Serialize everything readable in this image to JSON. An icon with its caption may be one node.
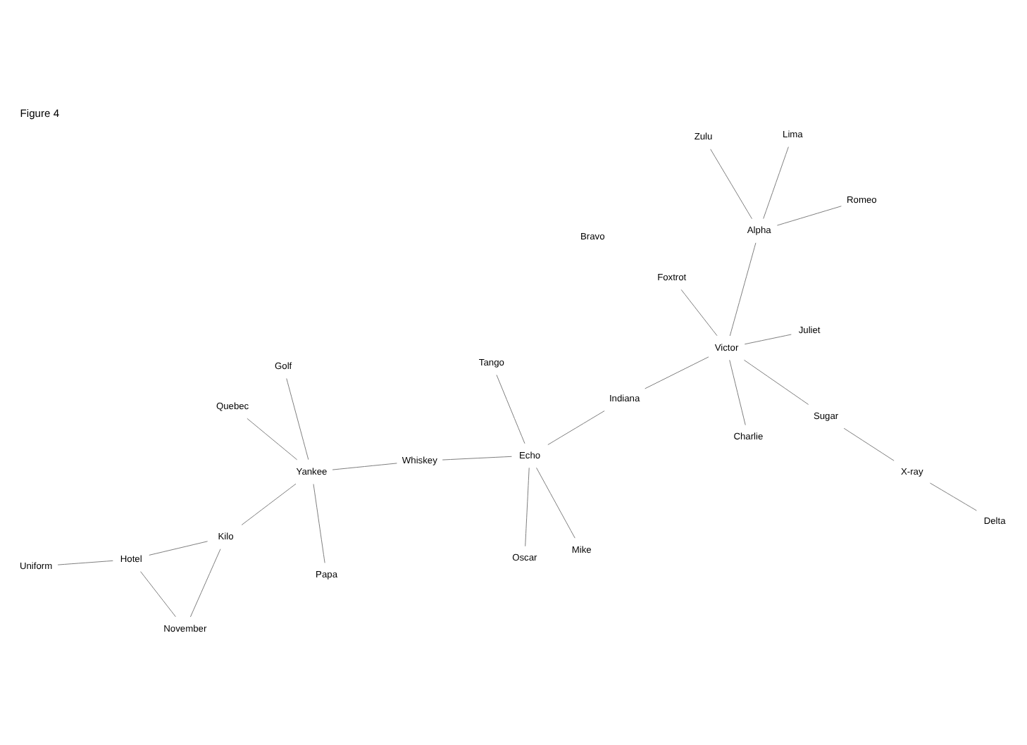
{
  "diagram": {
    "title": "Figure 4",
    "nodes": [
      {
        "text": [
          "Uniform"
        ]
      },
      {
        "text": [
          "Hotel"
        ]
      },
      {
        "text": [
          "Papa"
        ]
      },
      {
        "text": [
          "Kilo"
        ]
      },
      {
        "text": [
          "Delta"
        ]
      },
      {
        "text": [
          "Golf"
        ]
      },
      {
        "text": [
          "November"
        ]
      },
      {
        "text": [
          "Yankee"
        ]
      },
      {
        "text": [
          "X-ray"
        ]
      },
      {
        "text": [
          "Juliet"
        ]
      },
      {
        "text": [
          "Charlie"
        ]
      },
      {
        "text": [
          "Quebec"
        ]
      },
      {
        "text": [
          "Sugar"
        ]
      },
      {
        "text": [
          "Victor"
        ]
      },
      {
        "text": [
          "Whiskey"
        ]
      },
      {
        "text": [
          "Mike"
        ]
      },
      {
        "text": [
          "Indiana"
        ]
      },
      {
        "text": [
          "Foxtrot"
        ]
      },
      {
        "text": [
          "Echo"
        ]
      },
      {
        "text": [
          "Alpha"
        ]
      },
      {
        "text": [
          "Oscar"
        ]
      },
      {
        "text": [
          "Zulu"
        ]
      },
      {
        "text": [
          "Tango"
        ]
      },
      {
        "text": [
          "Romeo"
        ]
      },
      {
        "text": [
          "Lima"
        ]
      },
      {
        "text": [
          "Bravo"
        ]
      }
    ],
    "edges": [
      {
        "from": 0,
        "to": 1,
        "arrow": "none"
      },
      {
        "from": 1,
        "to": 3,
        "arrow": "none"
      },
      {
        "from": 1,
        "to": 6,
        "arrow": "none"
      },
      {
        "from": 6,
        "to": 3,
        "arrow": "none"
      },
      {
        "from": 3,
        "to": 7,
        "arrow": "none"
      },
      {
        "from": 2,
        "to": 7,
        "arrow": "none"
      },
      {
        "from": 5,
        "to": 7,
        "arrow": "none"
      },
      {
        "from": 7,
        "to": 14,
        "arrow": "none"
      },
      {
        "from": 7,
        "to": 11,
        "arrow": "none"
      },
      {
        "from": 14,
        "to": 18,
        "arrow": "none"
      },
      {
        "from": 4,
        "to": 8,
        "arrow": "none"
      },
      {
        "from": 8,
        "to": 12,
        "arrow": "none"
      },
      {
        "from": 12,
        "to": 13,
        "arrow": "none"
      },
      {
        "from": 9,
        "to": 13,
        "arrow": "none"
      },
      {
        "from": 10,
        "to": 13,
        "arrow": "none"
      },
      {
        "from": 13,
        "to": 17,
        "arrow": "none"
      },
      {
        "from": 13,
        "to": 16,
        "arrow": "none"
      },
      {
        "from": 13,
        "to": 19,
        "arrow": "none"
      },
      {
        "from": 16,
        "to": 18,
        "arrow": "none"
      },
      {
        "from": 18,
        "to": 15,
        "arrow": "none"
      },
      {
        "from": 18,
        "to": 20,
        "arrow": "none"
      },
      {
        "from": 18,
        "to": 22,
        "arrow": "none"
      },
      {
        "from": 19,
        "to": 21,
        "arrow": "none"
      },
      {
        "from": 19,
        "to": 24,
        "arrow": "none"
      },
      {
        "from": 19,
        "to": 23,
        "arrow": "none"
      }
    ]
  }
}
